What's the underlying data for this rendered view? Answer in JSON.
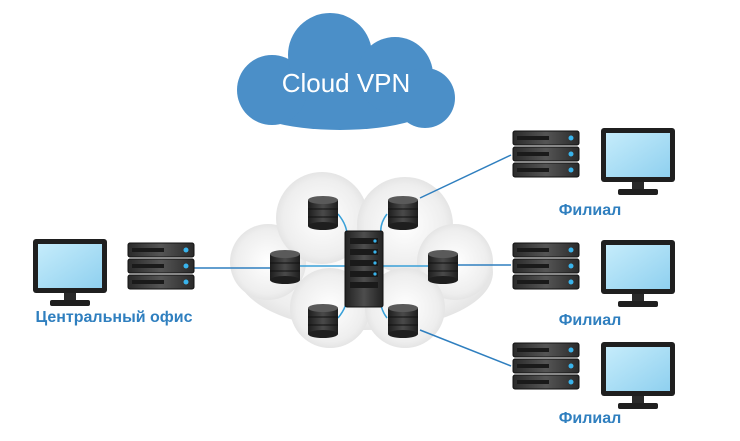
{
  "cloud_title": "Cloud VPN",
  "central_label": "Центральный офис",
  "branches": [
    {
      "label": "Филиал"
    },
    {
      "label": "Филиал"
    },
    {
      "label": "Филиал"
    }
  ],
  "colors": {
    "cloud_blue": "#4b8fc8",
    "label_blue": "#2f7fbf",
    "line_blue": "#2f7fbf",
    "screen_blue": "#a9dcf3",
    "device_dark": "#2c2c2c",
    "led_blue": "#39b4ec",
    "gray_cloud": "#e6e6e6"
  }
}
